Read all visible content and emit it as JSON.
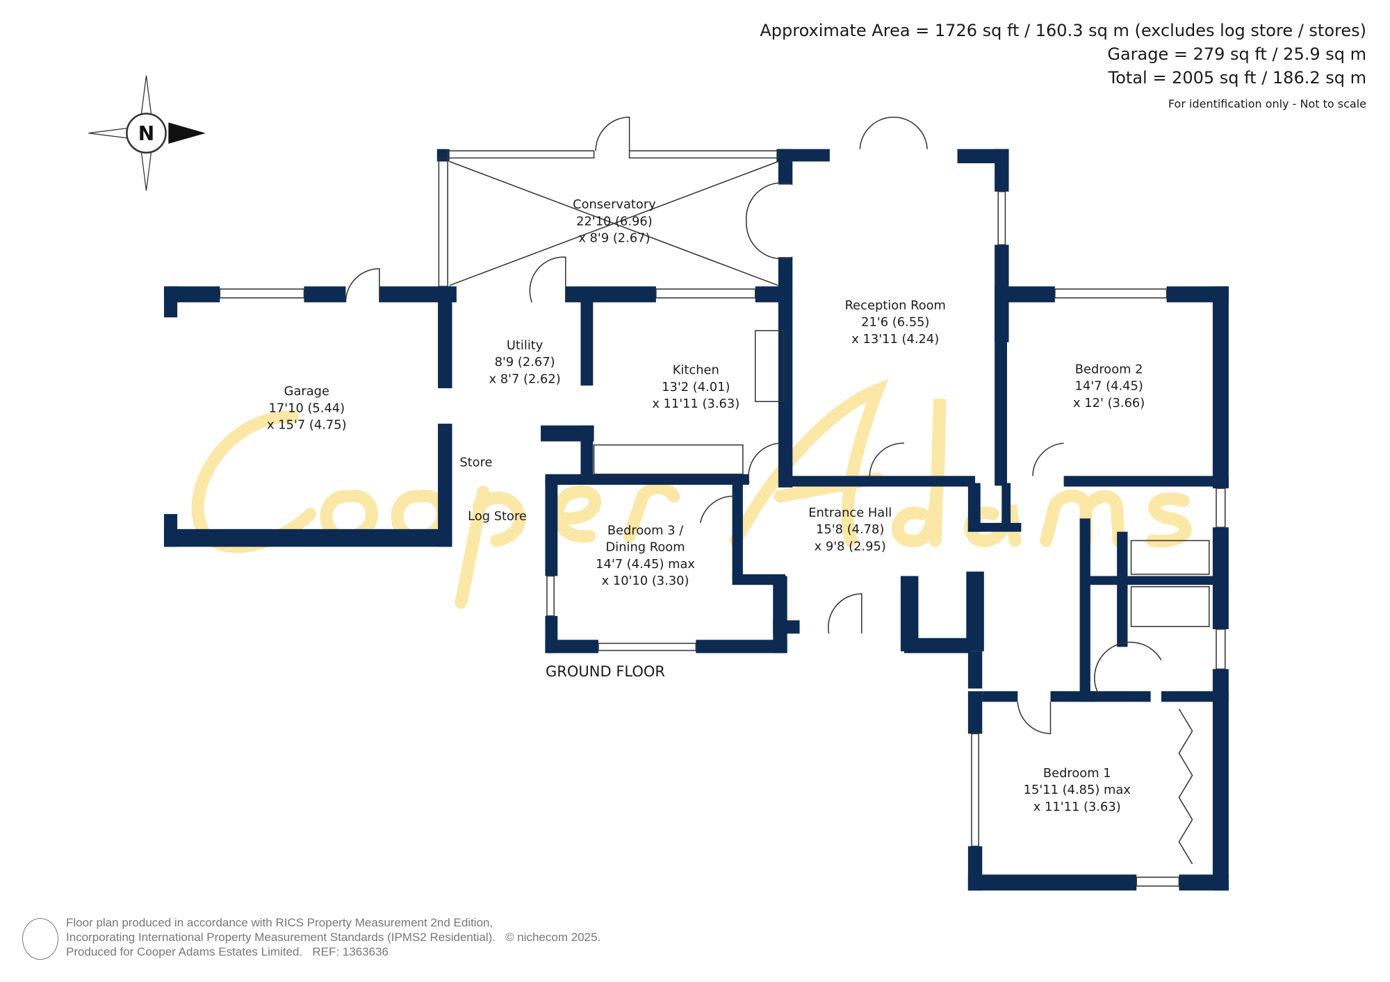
{
  "header": {
    "approx_area": "Approximate Area = 1726 sq ft / 160.3 sq m (excludes log store / stores)",
    "garage_area": "Garage = 279 sq ft / 25.9 sq m",
    "total_area": "Total = 2005 sq ft / 186.2 sq m",
    "disclaimer": "For identification only - Not to scale"
  },
  "compass": {
    "label": "N"
  },
  "watermark": "Cooper Adams",
  "floor_label": "GROUND FLOOR",
  "rooms": {
    "conservatory": [
      "Conservatory",
      "22'10 (6.96)",
      "x 8'9 (2.67)"
    ],
    "reception": [
      "Reception Room",
      "21'6 (6.55)",
      "x 13'11 (4.24)"
    ],
    "utility": [
      "Utility",
      "8'9 (2.67)",
      "x 8'7 (2.62)"
    ],
    "kitchen": [
      "Kitchen",
      "13'2 (4.01)",
      "x 11'11 (3.63)"
    ],
    "garage": [
      "Garage",
      "17'10 (5.44)",
      "x 15'7 (4.75)"
    ],
    "bedroom2": [
      "Bedroom 2",
      "14'7 (4.45)",
      "x 12' (3.66)"
    ],
    "store": [
      "Store"
    ],
    "log_store": [
      "Log Store"
    ],
    "bedroom3": [
      "Bedroom 3 /",
      "Dining Room",
      "14'7 (4.45) max",
      "x 10'10 (3.30)"
    ],
    "hall": [
      "Entrance Hall",
      "15'8 (4.78)",
      "x 9'8 (2.95)"
    ],
    "bedroom1": [
      "Bedroom 1",
      "15'11 (4.85) max",
      "x 11'11 (3.63)"
    ]
  },
  "footer": {
    "line1": "Floor plan produced in accordance with RICS Property Measurement 2nd Edition,",
    "line2": "Incorporating International Property Measurement Standards (IPMS2 Residential).",
    "copyright": "© nichecom 2025.",
    "line3": "Produced for Cooper Adams Estates Limited.   REF: 1363636"
  },
  "colors": {
    "wall": "#0c2a52",
    "watermark": "#fbe7a6"
  }
}
